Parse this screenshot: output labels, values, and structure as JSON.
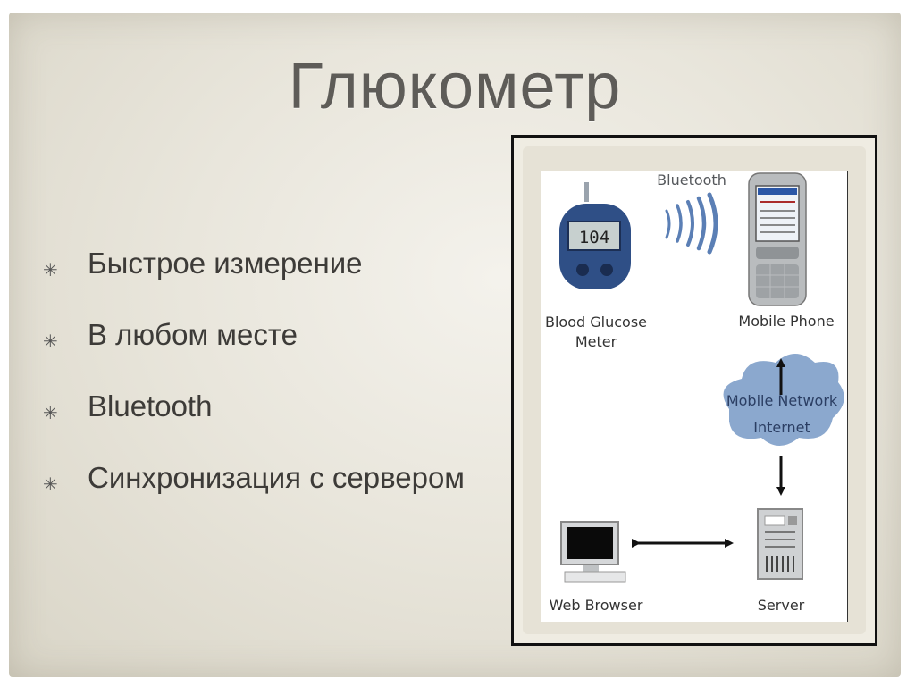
{
  "slide": {
    "title": "Глюкометр",
    "bullets": [
      "Быстрое измерение",
      "В любом месте",
      "Bluetooth",
      "Синхронизация с сервером"
    ]
  },
  "diagram": {
    "meter_label_line1": "Blood Glucose",
    "meter_label_line2": "Meter",
    "meter_display": "104",
    "bluetooth_label": "Bluetooth",
    "phone_label": "Mobile Phone",
    "network_label_line1": "Mobile Network",
    "network_label_line2": "Internet",
    "browser_label": "Web Browser",
    "server_label": "Server",
    "colors": {
      "cloud": "#7e9ec9",
      "meter_body": "#2f4f86",
      "bluetooth_waves": "#5b7fb5"
    }
  }
}
